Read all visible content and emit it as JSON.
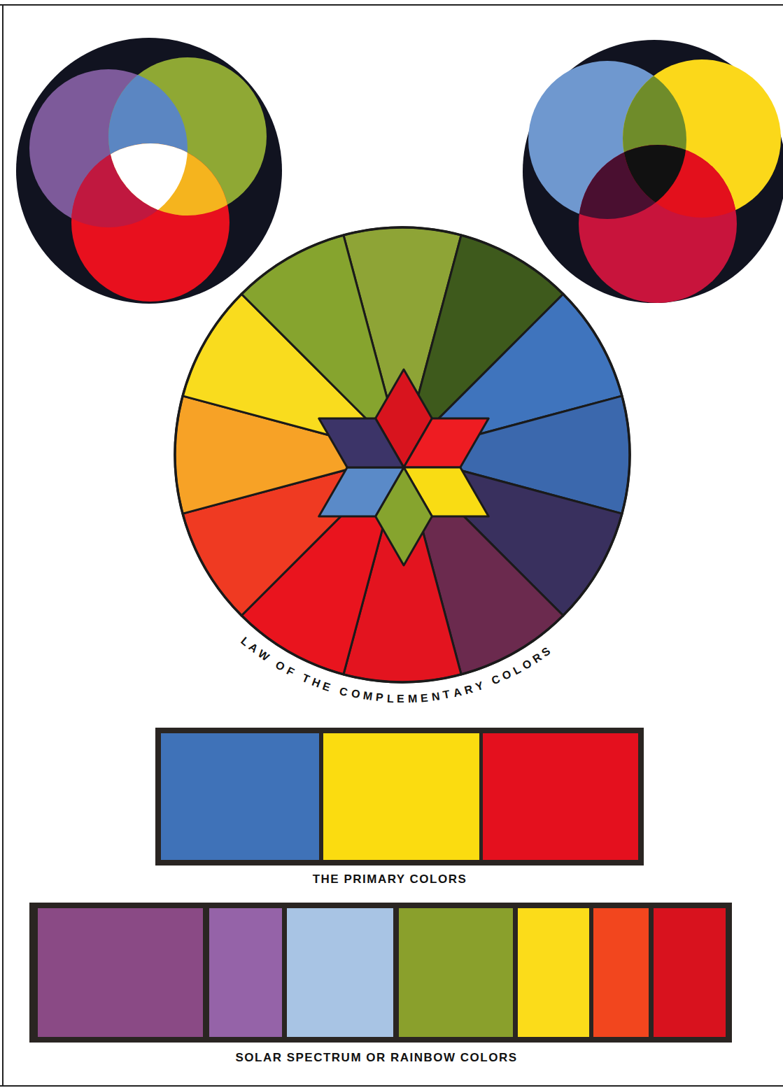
{
  "diagram": {
    "labels": [
      "LAW OF THE COMPLEMENTARY COLORS",
      "THE PRIMARY COLORS",
      "SOLAR SPECTRUM OR RAINBOW COLORS"
    ]
  }
}
